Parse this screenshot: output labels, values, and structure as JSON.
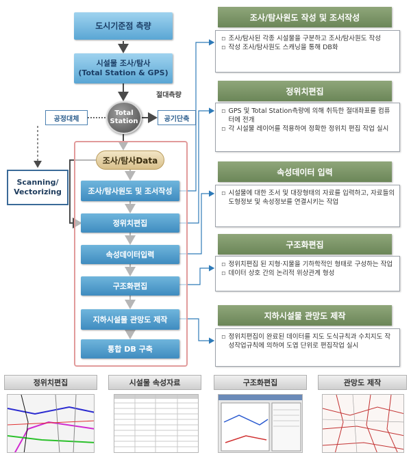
{
  "flow": {
    "top": "도시기준점 측량",
    "survey": "시설물 조사/탐사\n(Total Station & GPS)",
    "absolute_label": "절대측량",
    "station": "Total\nStation",
    "process_replace": "공정대체",
    "process_shorten": "공기단축",
    "scanning": "Scanning/\nVectorizing",
    "data": "조사/탐사Data",
    "steps": [
      "조사/탐사원도 및 조서작성",
      "정위치편집",
      "속성데이터입력",
      "구조화편집",
      "지하시설물 관망도 제작",
      "통합 DB 구축"
    ]
  },
  "panels": [
    {
      "title": "조사/탐사원도 작성 및 조서작성",
      "items": [
        "조사/탐사된 각종 시설물을 구분하고 조사/탐사원도 작성",
        "작성 조사/탐사원도 스캐닝을 통해 DB화"
      ]
    },
    {
      "title": "정위치편집",
      "items": [
        "GPS 및 Total Station측량에 의해 취득한 절대좌표를 컴퓨터에 전개",
        "각 시설물 레이어를 적용하여 정확한 정위치 편집 작업 실시"
      ]
    },
    {
      "title": "속성데이터 입력",
      "items": [
        "시설물에 대한 조서 및 대장형태의 자료를 입력하고, 자료들의 도형정보 및 속성정보를 연결시키는 작업"
      ]
    },
    {
      "title": "구조화편집",
      "items": [
        "정위치편집 된 지형·지물을 기하학적인 형태로 구성하는 작업",
        "데이터 상호 간의 논리적 위상관계 형성"
      ]
    },
    {
      "title": "지하시설물 관망도 제작",
      "items": [
        "정위치편집이 완료된 데이터를 지도 도식규칙과 수치지도 작성작업규칙에 의하여 도엽 단위로 편집작업 실시"
      ]
    }
  ],
  "thumbnails": [
    "정위치편집",
    "시설물 속성자료",
    "구조화편집",
    "관망도 제작"
  ],
  "bullet": "▫",
  "colors": {
    "accent_blue": "#3f8cc0",
    "panel_green": "#7b9566",
    "frame_red": "#e19a9a"
  }
}
